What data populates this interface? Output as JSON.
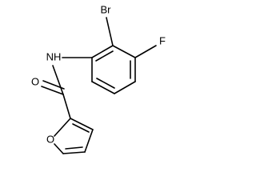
{
  "molecule": {
    "atoms": {
      "bromine": "Br",
      "fluorine": "F",
      "amide_nitrogen": "NH",
      "carbonyl_oxygen": "O",
      "furan_oxygen": "O"
    }
  }
}
